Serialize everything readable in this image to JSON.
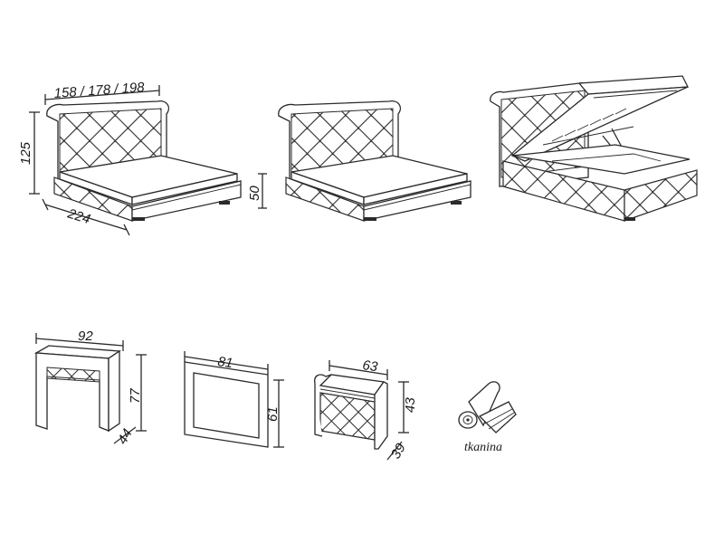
{
  "bed": {
    "width_label": "158 / 178 / 198",
    "height_label": "125",
    "length_label": "224",
    "frame_height_label": "50"
  },
  "dresser": {
    "width_label": "92",
    "height_label": "77",
    "depth_label": "44"
  },
  "mirror": {
    "width_label": "81",
    "height_label": "61"
  },
  "nightstand": {
    "width_label": "63",
    "height_label": "43",
    "depth_label": "39"
  },
  "fabric": {
    "caption": "tkanina"
  }
}
